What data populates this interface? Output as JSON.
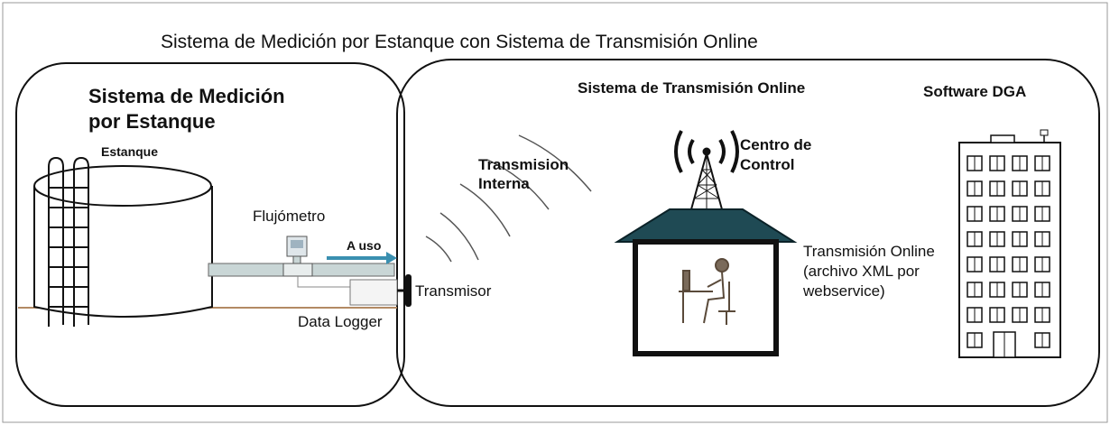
{
  "title": "Sistema de Medición por Estanque con Sistema de Transmisión Online",
  "left_panel": {
    "heading": "Sistema de Medición\npor Estanque",
    "tank_label": "Estanque",
    "flowmeter_label": "Flujómetro",
    "arrow_label": "A uso",
    "transmitter_label": "Transmisor",
    "logger_label": "Data Logger"
  },
  "right_panel": {
    "wireless_label": "Transmision\nInterna",
    "system_heading": "Sistema de Transmisión Online",
    "control_center_label": "Centro de\nControl",
    "online_label": "Transmisión Online\n(archivo XML por\nwebservice)",
    "software_heading": "Software DGA"
  },
  "icons": [
    "tank-icon",
    "ladder-icon",
    "flowmeter-icon",
    "pipe-icon",
    "data-logger-icon",
    "transmitter-icon",
    "radio-waves-icon",
    "antenna-tower-icon",
    "control-center-house-icon",
    "operator-at-desk-icon",
    "office-building-icon"
  ],
  "colors": {
    "pipe": "#c9d6d6",
    "arrow": "#3a8fb0",
    "roof": "#1f4a54",
    "ground": "#b38a64",
    "line": "#111111"
  }
}
